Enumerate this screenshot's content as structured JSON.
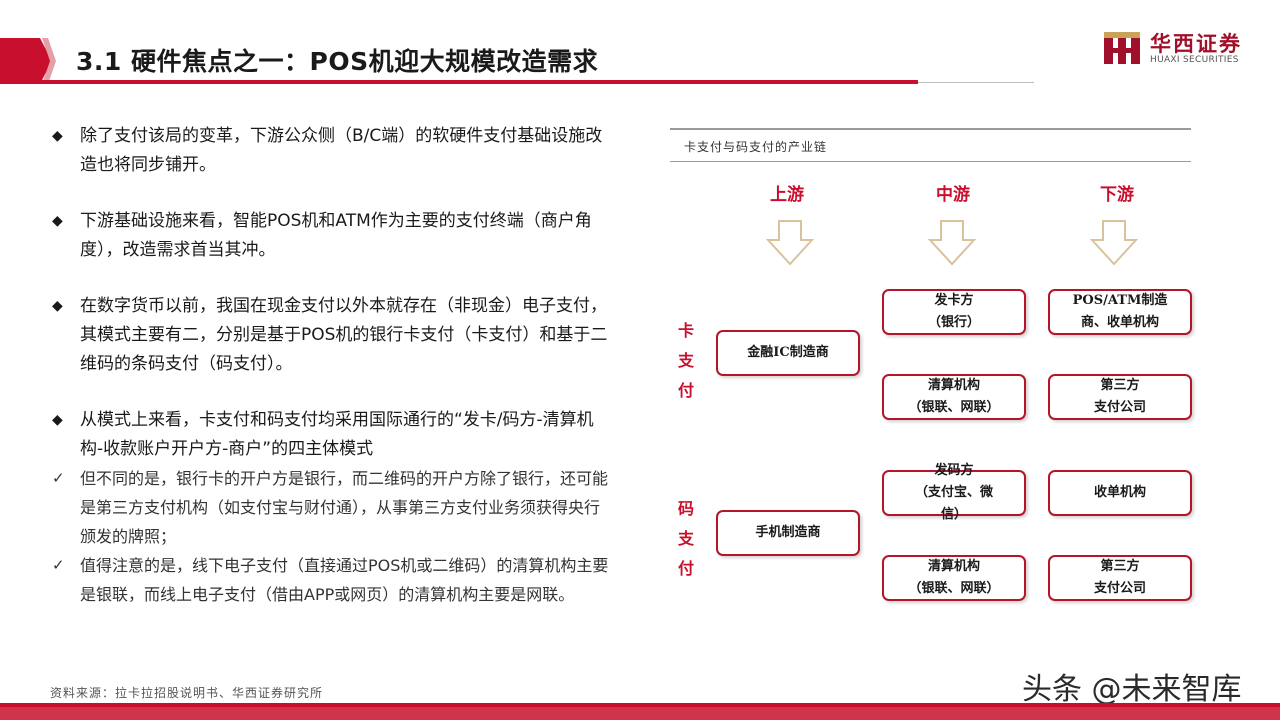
{
  "header": {
    "title": "3.1 硬件焦点之一：POS机迎大规模改造需求",
    "accent_color": "#c8102e"
  },
  "logo": {
    "name_cn": "华西证券",
    "name_en": "HUAXI SECURITIES"
  },
  "left": {
    "bullets": [
      "除了支付该局的变革，下游公众侧（B/C端）的软硬件支付基础设施改造也将同步铺开。",
      "下游基础设施来看，智能POS机和ATM作为主要的支付终端（商户角度），改造需求首当其冲。",
      "在数字货币以前，我国在现金支付以外本就存在（非现金）电子支付，其模式主要有二，分别是基于POS机的银行卡支付（卡支付）和基于二维码的条码支付（码支付）。",
      "从模式上来看，卡支付和码支付均采用国际通行的“发卡/码方-清算机构-收款账户开户方-商户”的四主体模式"
    ],
    "checks": [
      "但不同的是，银行卡的开户方是银行，而二维码的开户方除了银行，还可能是第三方支付机构（如支付宝与财付通），从事第三方支付业务须获得央行颁发的牌照；",
      "值得注意的是，线下电子支付（直接通过POS机或二维码）的清算机构主要是银联，而线上电子支付（借由APP或网页）的清算机构主要是网联。"
    ],
    "bullet_mark": "◆",
    "check_mark": "✓"
  },
  "figure": {
    "caption": "卡支付与码支付的产业链",
    "columns": [
      "上游",
      "中游",
      "下游"
    ],
    "card": {
      "label": [
        "卡",
        "支",
        "付"
      ],
      "upstream": [
        "金融IC制造商"
      ],
      "mid_top": [
        "发卡方",
        "（银行）"
      ],
      "mid_bottom": [
        "清算机构",
        "（银联、网联）"
      ],
      "down_top": [
        "POS/ATM制造",
        "商、收单机构"
      ],
      "down_bottom": [
        "第三方",
        "支付公司"
      ]
    },
    "code": {
      "label": [
        "码",
        "支",
        "付"
      ],
      "upstream": [
        "手机制造商"
      ],
      "mid_top": [
        "发码方",
        "（支付宝、微",
        "信）"
      ],
      "mid_bottom": [
        "清算机构",
        "（银联、网联）"
      ],
      "down_top": [
        "收单机构"
      ],
      "down_bottom": [
        "第三方",
        "支付公司"
      ]
    }
  },
  "footer": {
    "source": "资料来源：拉卡拉招股说明书、华西证券研究所",
    "watermark": "头条 @未来智库"
  }
}
